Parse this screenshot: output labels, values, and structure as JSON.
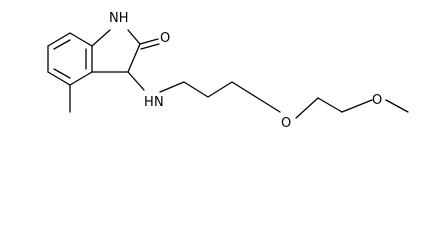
{
  "molecule": {
    "atoms": {
      "ring_nh": "NH",
      "carbonyl_o": "O",
      "amine_n": "N",
      "amine_h": "H",
      "ether_o1": "O",
      "ether_o2": "O"
    },
    "colors": {
      "bond": "#000000",
      "label": "#000000",
      "background": "#ffffff"
    }
  }
}
